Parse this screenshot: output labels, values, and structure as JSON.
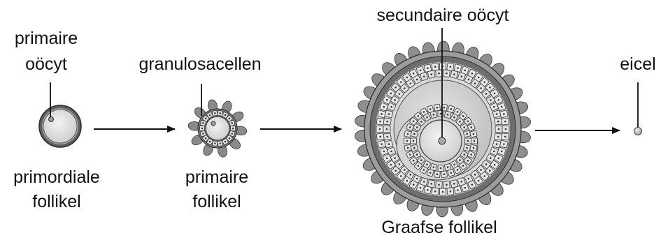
{
  "labels": {
    "primary_oocyte": [
      "primaire",
      "oöcyt"
    ],
    "granulosa_cells": "granulosacellen",
    "secondary_oocyte": "secundaire oöcyt",
    "egg": "eicel",
    "primordial_follicle": [
      "primordiale",
      "follikel"
    ],
    "primary_follicle": [
      "primaire",
      "follikel"
    ],
    "graafian_follicle": "Graafse follikel"
  },
  "colors": {
    "outline": "#2b2b2b",
    "ring_dark": "#6e6e6e",
    "theca": "#8c8c8c",
    "cell_fill": "#e4e4e4",
    "antrum": "#cfcfcf",
    "oocyte": "#dcdcdc"
  }
}
